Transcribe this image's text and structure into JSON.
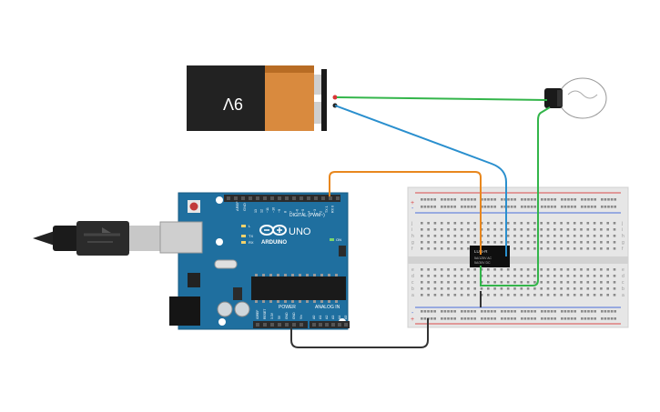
{
  "battery": {
    "label": "9V"
  },
  "arduino": {
    "brand": "ARDUINO",
    "model": "UNO",
    "digital_label": "DIGITAL (PWM~)",
    "power_label": "POWER",
    "analog_label": "ANALOG IN",
    "on_label": "ON",
    "l_label": "L",
    "tx_label": "TX",
    "rx_label": "RX",
    "aref_label": "AREF",
    "gnd_label": "GND",
    "digital_pins": [
      "13",
      "12",
      "~11",
      "~10",
      "~9",
      "8",
      "7",
      "~6",
      "~5",
      "4",
      "~3",
      "2",
      "TX 1",
      "RX 0"
    ],
    "power_pins": [
      "IOREF",
      "RESET",
      "3.3V",
      "5V",
      "GND",
      "GND",
      "Vin"
    ],
    "analog_pins": [
      "A0",
      "A1",
      "A2",
      "A3",
      "A4",
      "A5"
    ]
  },
  "relay": {
    "title": "LU-5-R",
    "line1": "5A/125V AC",
    "line2": "5A/30V DC"
  },
  "breadboard": {
    "rail_plus": "+",
    "rail_minus": "-",
    "row_letters_top": [
      "j",
      "i",
      "h",
      "g",
      "f"
    ],
    "row_letters_bottom": [
      "e",
      "d",
      "c",
      "b",
      "a"
    ]
  },
  "colors": {
    "wire_orange": "#e8871e",
    "wire_blue": "#2a8fce",
    "wire_green": "#33b54a",
    "wire_black": "#333333",
    "arduino_board": "#1f6f9f",
    "battery_body": "#d98a3e"
  }
}
